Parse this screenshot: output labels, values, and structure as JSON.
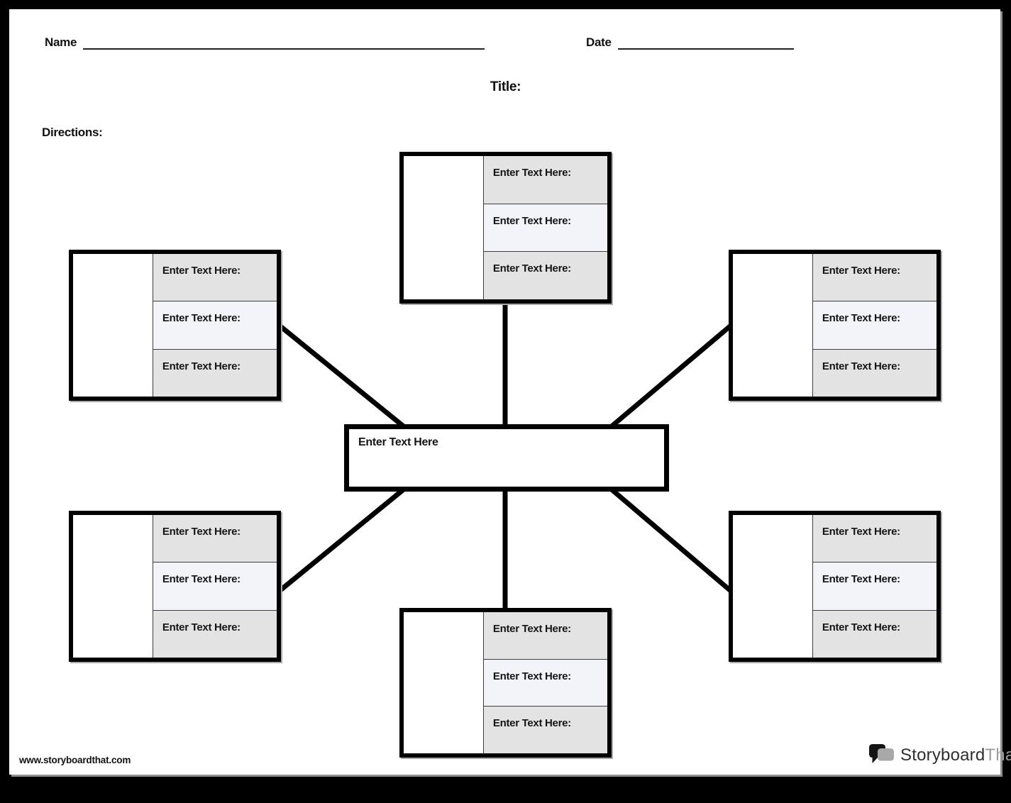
{
  "header": {
    "name_label": "Name",
    "date_label": "Date",
    "title_label": "Title:",
    "directions_label": "Directions:"
  },
  "center_box": {
    "label": "Enter Text Here"
  },
  "boxes": [
    {
      "id": "top",
      "rows": [
        "Enter Text Here:",
        "Enter Text Here:",
        "Enter Text Here:"
      ]
    },
    {
      "id": "left-top",
      "rows": [
        "Enter Text Here:",
        "Enter Text Here:",
        "Enter Text Here:"
      ]
    },
    {
      "id": "right-top",
      "rows": [
        "Enter Text Here:",
        "Enter Text Here:",
        "Enter Text Here:"
      ]
    },
    {
      "id": "left-bottom",
      "rows": [
        "Enter Text Here:",
        "Enter Text Here:",
        "Enter Text Here:"
      ]
    },
    {
      "id": "bottom",
      "rows": [
        "Enter Text Here:",
        "Enter Text Here:",
        "Enter Text Here:"
      ]
    },
    {
      "id": "right-bottom",
      "rows": [
        "Enter Text Here:",
        "Enter Text Here:",
        "Enter Text Here:"
      ]
    }
  ],
  "footer": {
    "url": "www.storyboardthat.com",
    "logo_part1": "Storyboard",
    "logo_part2": "That"
  },
  "colors": {
    "row_gray": "#e3e3e4",
    "row_light": "#f3f4fa",
    "border_black": "#000000",
    "logo_gray": "#9c9c9c",
    "logo_dark": "#2e2e2e"
  }
}
